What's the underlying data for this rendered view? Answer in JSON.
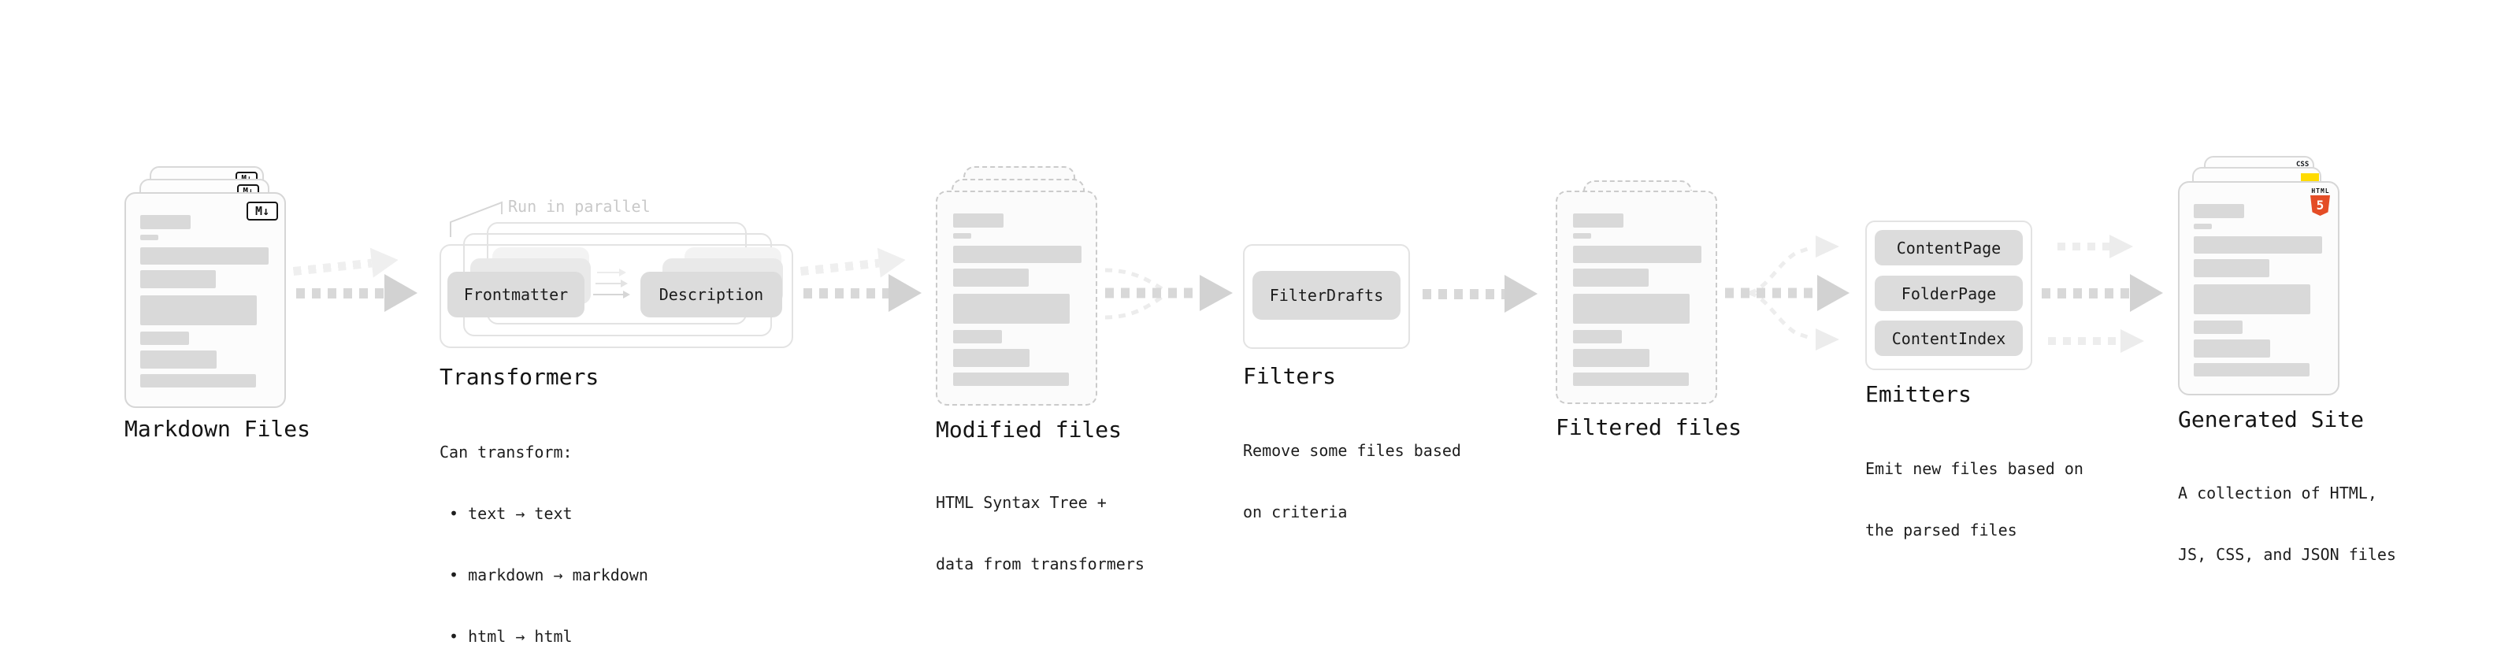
{
  "diagram": {
    "markdown_files": {
      "label": "Markdown Files",
      "badge": "M↓"
    },
    "transformers": {
      "label": "Transformers",
      "note": "Run in parallel",
      "pills": [
        "Frontmatter",
        "Description"
      ],
      "desc_title": "Can transform:",
      "bullets": [
        " • text → text",
        " • markdown → markdown",
        " • html → html"
      ]
    },
    "modified_files": {
      "label": "Modified files",
      "desc_line1": "HTML Syntax Tree +",
      "desc_line2": "data from transformers"
    },
    "filters": {
      "label": "Filters",
      "pills": [
        "FilterDrafts"
      ],
      "desc_line1": "Remove some files based",
      "desc_line2": "on criteria"
    },
    "filtered_files": {
      "label": "Filtered files"
    },
    "emitters": {
      "label": "Emitters",
      "pills": [
        "ContentPage",
        "FolderPage",
        "ContentIndex"
      ],
      "desc_line1": "Emit new files based on",
      "desc_line2": "the parsed files"
    },
    "generated_site": {
      "label": "Generated Site",
      "desc_line1": "A collection of HTML,",
      "desc_line2": "JS, CSS, and JSON files",
      "badges": {
        "html5_word": "HTML",
        "html5_number": "5",
        "css": "CSS"
      }
    }
  },
  "colors": {
    "card_border": "#d6d6d6",
    "dashed_border": "#cbcbcb",
    "placeholder_bar": "#d9d9d9",
    "pill_bg": "#dcdcdc",
    "frame_border": "#e3e3e3",
    "arrow": "#d2d2d2",
    "arrow_ghost": "#ededed",
    "note_text": "#c9c9c9",
    "heading_text": "#141414",
    "html5_orange": "#e44d26",
    "js_yellow": "#ffdb00",
    "css_blue": "#2764f4"
  },
  "decor": {
    "doc_bars": [
      {
        "t": 27,
        "w": 64,
        "h": 18
      },
      {
        "t": 52,
        "w": 23,
        "h": 7
      },
      {
        "t": 68,
        "w": 163,
        "h": 22
      },
      {
        "t": 97,
        "w": 96,
        "h": 23
      },
      {
        "t": 129,
        "w": 148,
        "h": 38
      },
      {
        "t": 175,
        "w": 62,
        "h": 17
      },
      {
        "t": 199,
        "w": 97,
        "h": 23
      },
      {
        "t": 229,
        "w": 147,
        "h": 17
      }
    ]
  }
}
